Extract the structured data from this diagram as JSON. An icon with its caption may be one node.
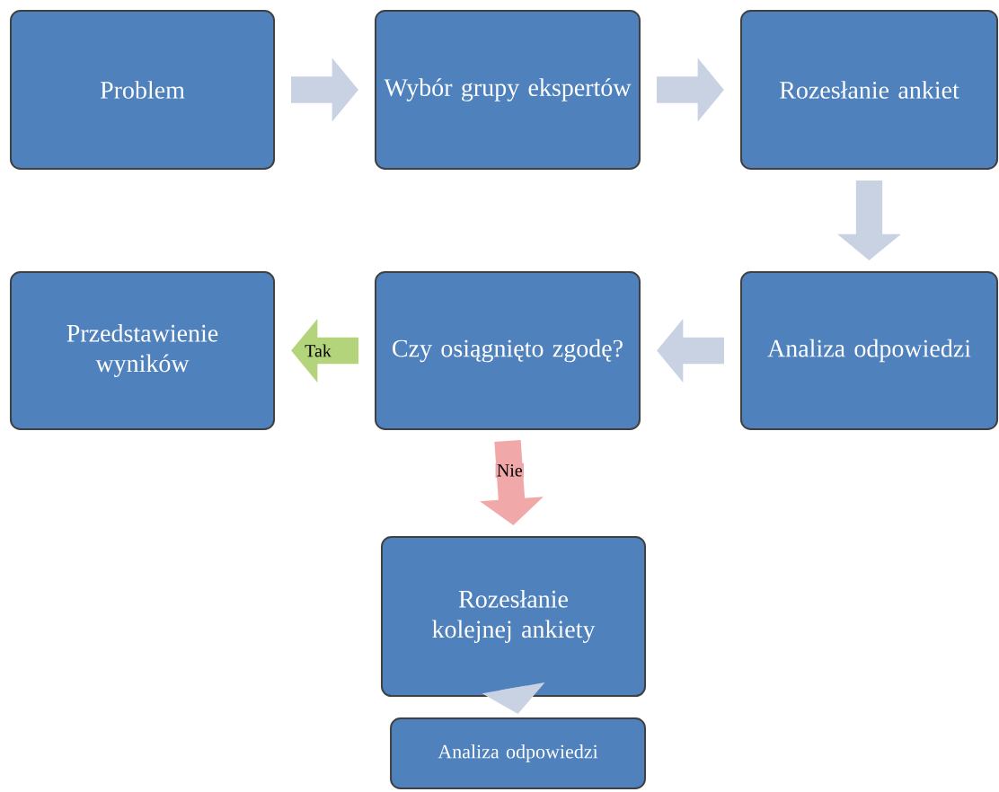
{
  "diagram": {
    "nodes": [
      {
        "text": [
          "Problem"
        ]
      },
      {
        "text": [
          "Wybór grupy ekspertów"
        ]
      },
      {
        "text": [
          "Rozesłanie ankiet"
        ]
      },
      {
        "text": [
          "Przedstawienie wyników"
        ]
      },
      {
        "text": [
          "Czy osiągnięto zgodę?"
        ]
      },
      {
        "text": [
          "Analiza odpowiedzi"
        ]
      },
      {
        "text": [
          "Rozesłanie kolejnej ankiety"
        ]
      },
      {
        "text": [
          "Analiza odpowiedzi"
        ]
      }
    ],
    "edges": [
      {
        "from": 0,
        "to": 1,
        "arrow": "to"
      },
      {
        "from": 1,
        "to": 2,
        "arrow": "to"
      },
      {
        "from": 2,
        "to": 5,
        "arrow": "to"
      },
      {
        "from": 5,
        "to": 4,
        "arrow": "to"
      },
      {
        "from": 4,
        "to": 3,
        "arrow": "to",
        "label": "Tak",
        "color": "#b3d47a"
      },
      {
        "from": 4,
        "to": 6,
        "arrow": "to",
        "label": "Nie",
        "color": "#f0a8a8"
      },
      {
        "from": 6,
        "to": 7,
        "arrow": "to"
      }
    ]
  }
}
